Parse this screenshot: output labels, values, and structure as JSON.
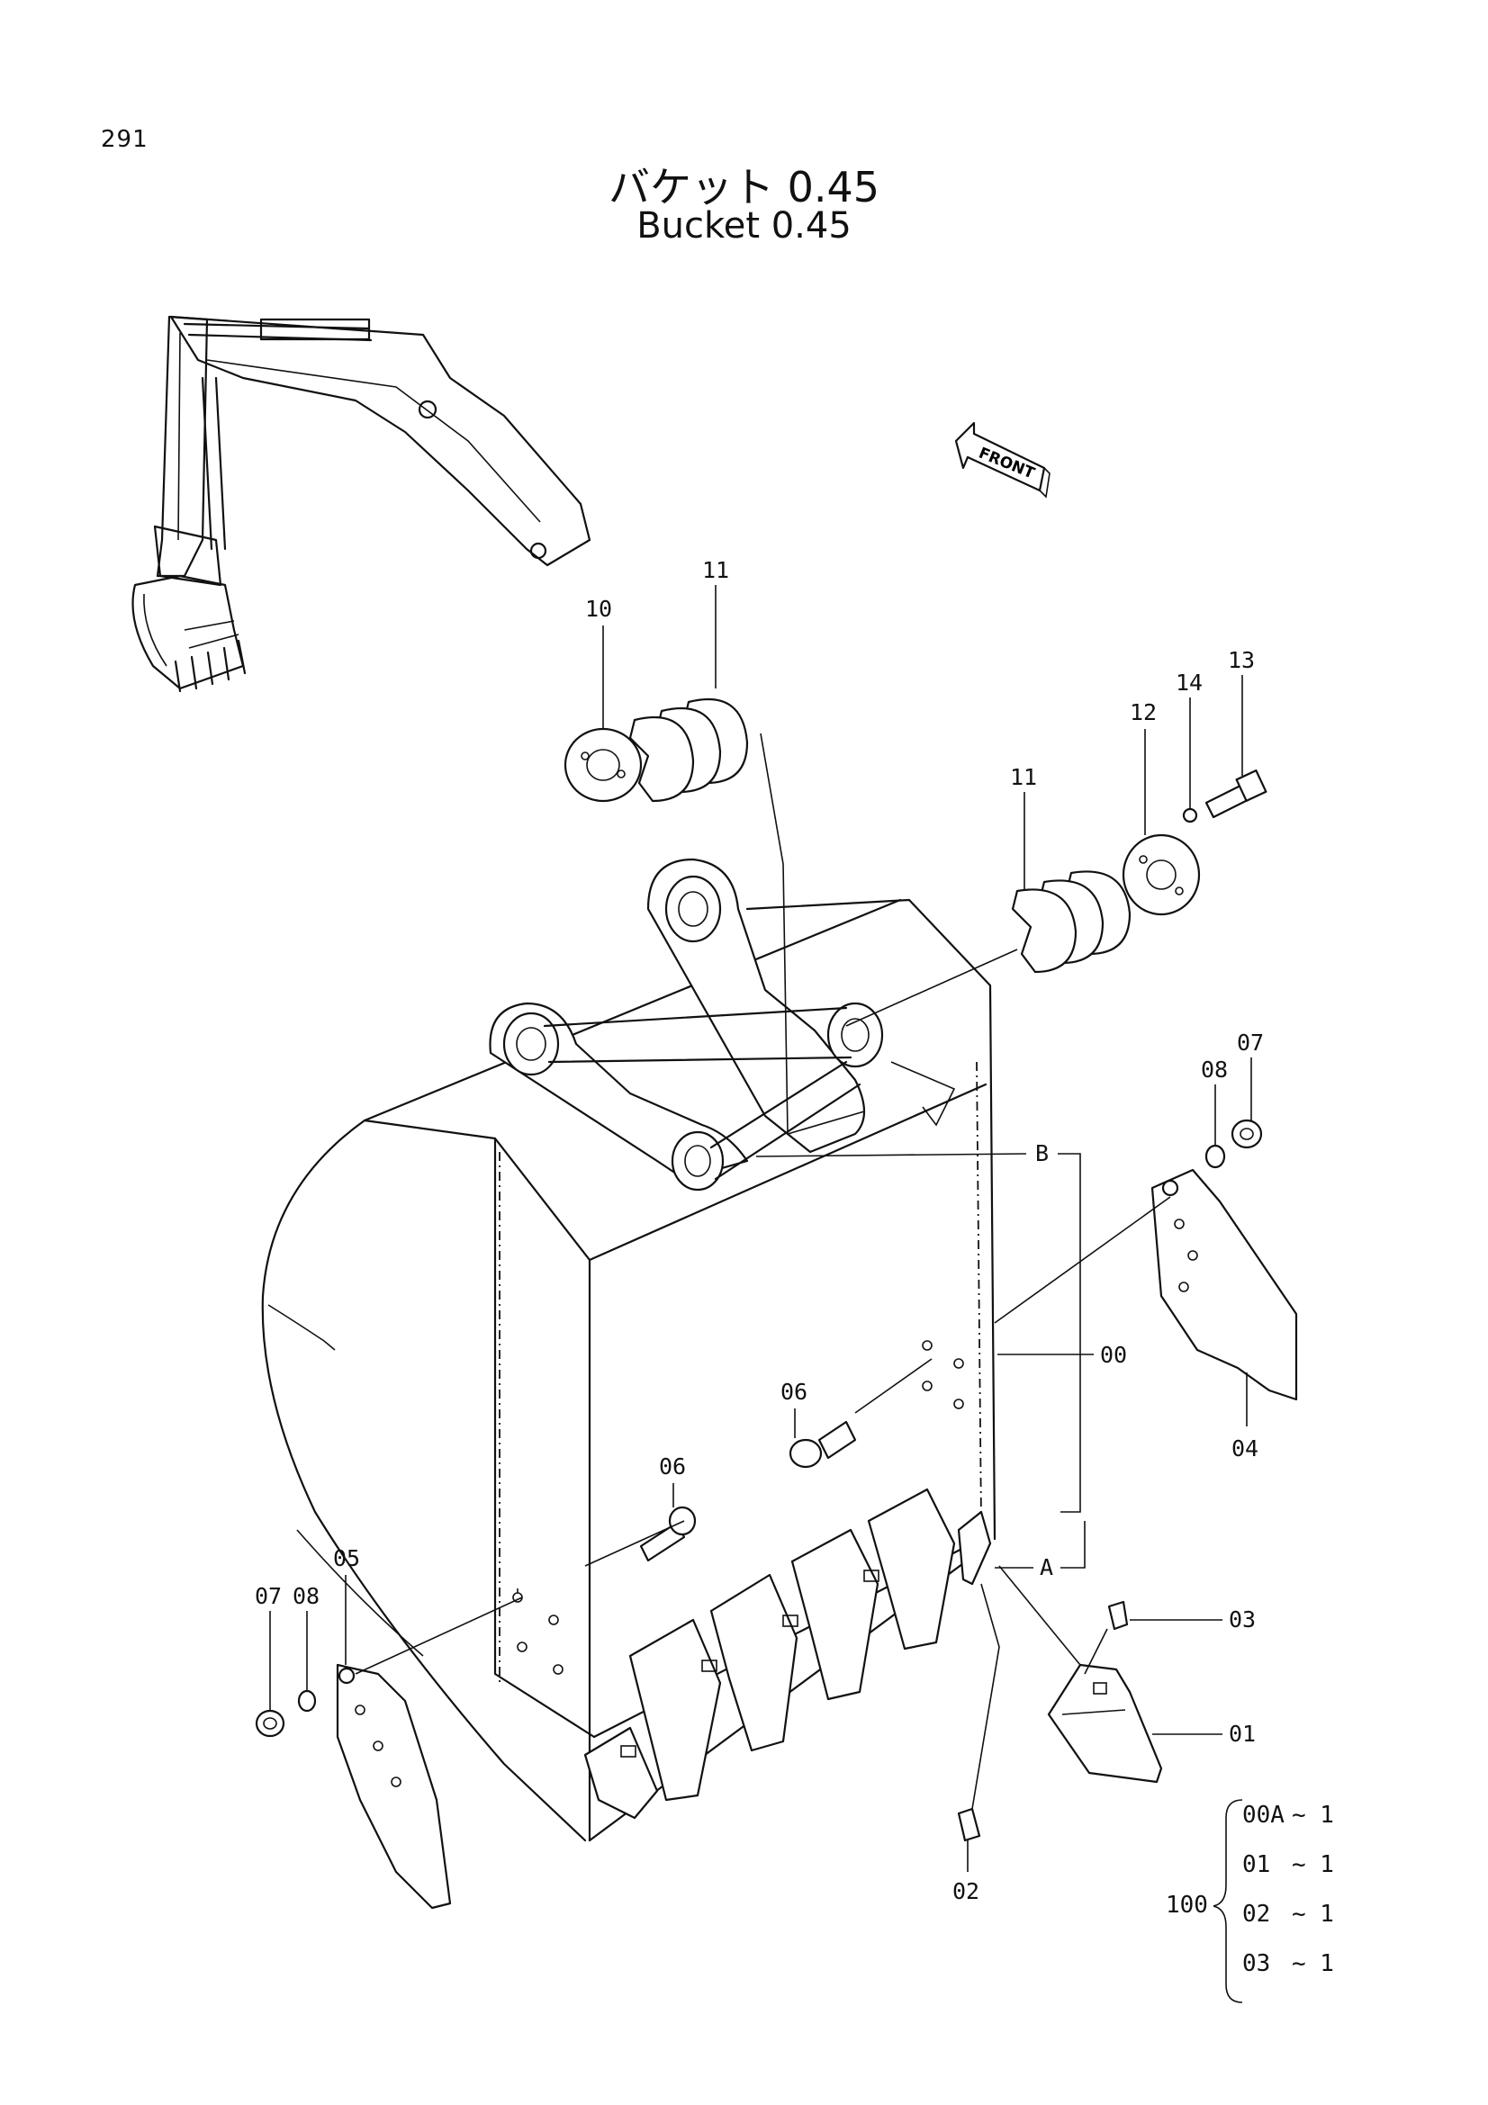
{
  "page": {
    "number": "291"
  },
  "title": {
    "ja": "バケット 0.45",
    "en": "Bucket 0.45"
  },
  "orientation": {
    "front_label": "FRONT"
  },
  "callouts": {
    "c00": "00",
    "c01": "01",
    "c02": "02",
    "c03": "03",
    "c04": "04",
    "c05": "05",
    "c06a": "06",
    "c06b": "06",
    "c07a": "07",
    "c07b": "07",
    "c08a": "08",
    "c08b": "08",
    "c10": "10",
    "c11a": "11",
    "c11b": "11",
    "c12": "12",
    "c13": "13",
    "c14": "14",
    "refA": "A",
    "refB": "B"
  },
  "parts_set": {
    "number": "100",
    "items": [
      {
        "part": "00A",
        "qty": "~ 1"
      },
      {
        "part": "01",
        "qty": "~ 1"
      },
      {
        "part": "02",
        "qty": "~ 1"
      },
      {
        "part": "03",
        "qty": "~ 1"
      }
    ]
  }
}
